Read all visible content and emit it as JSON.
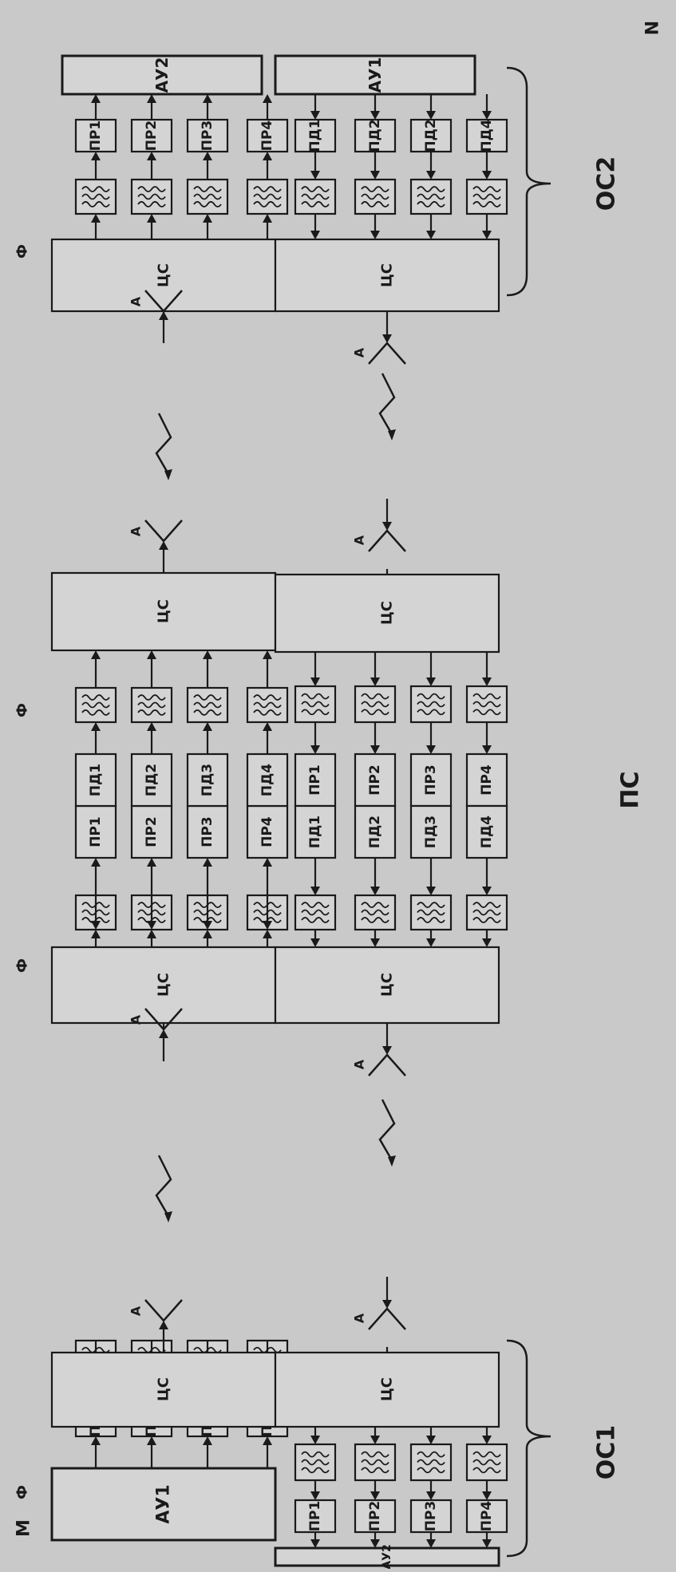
{
  "labels": {
    "au1": "АУ1",
    "au2": "АУ2",
    "cs": "ЦС",
    "antenna": "А",
    "filter": "Ф",
    "node_m": "М",
    "node_n": "N",
    "repeater": "ПС",
    "terminal_left": "ОС1",
    "terminal_right": "ОС2"
  },
  "modulators": [
    "ПД1",
    "ПД2",
    "ПД3",
    "ПД4"
  ],
  "demodulators": [
    "ПР1",
    "ПР2",
    "ПР3",
    "ПР4"
  ],
  "oc2_transmit_channels": [
    "ПД1",
    "ПД2",
    "ПД2",
    "ПД4"
  ],
  "colors": {
    "background": "#c9c9c9",
    "block_fill": "#d4d4d4",
    "stroke": "#1a1a1a"
  }
}
